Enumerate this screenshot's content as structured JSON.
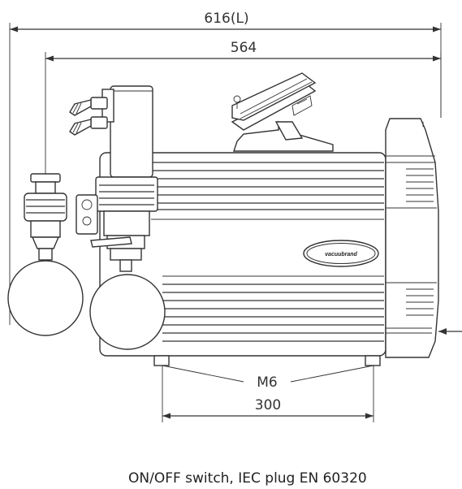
{
  "diagram": {
    "dimensions": {
      "overall_length": "616(L)",
      "body_length": "564",
      "foot_spacing": "300",
      "foot_thread": "M6"
    },
    "brand_label": "vacuubrand",
    "caption": "ON/OFF switch, IEC plug EN 60320"
  }
}
